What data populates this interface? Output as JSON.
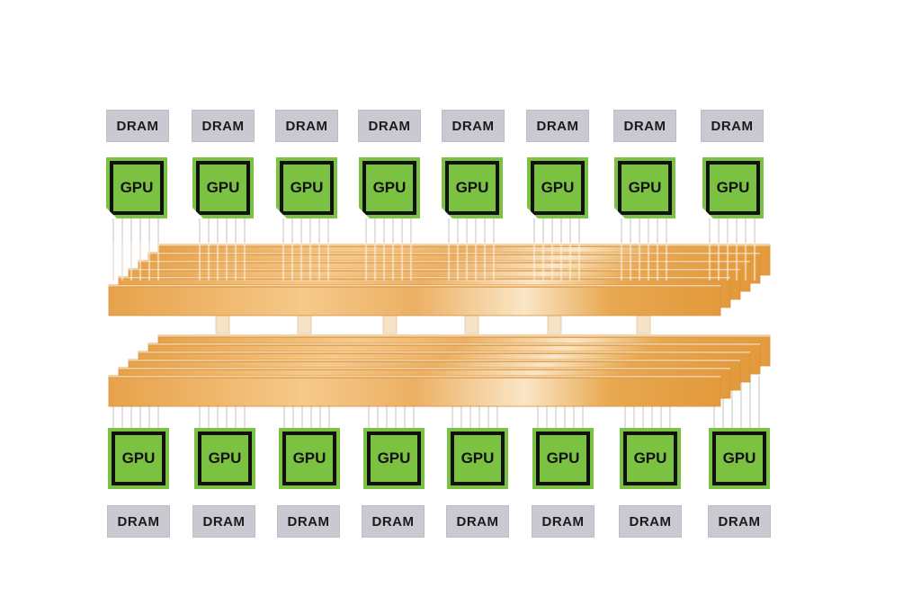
{
  "diagram": {
    "top_row": [
      {
        "dram": "DRAM",
        "gpu": "GPU"
      },
      {
        "dram": "DRAM",
        "gpu": "GPU"
      },
      {
        "dram": "DRAM",
        "gpu": "GPU"
      },
      {
        "dram": "DRAM",
        "gpu": "GPU"
      },
      {
        "dram": "DRAM",
        "gpu": "GPU"
      },
      {
        "dram": "DRAM",
        "gpu": "GPU"
      },
      {
        "dram": "DRAM",
        "gpu": "GPU"
      },
      {
        "dram": "DRAM",
        "gpu": "GPU"
      }
    ],
    "bottom_row": [
      {
        "dram": "DRAM",
        "gpu": "GPU"
      },
      {
        "dram": "DRAM",
        "gpu": "GPU"
      },
      {
        "dram": "DRAM",
        "gpu": "GPU"
      },
      {
        "dram": "DRAM",
        "gpu": "GPU"
      },
      {
        "dram": "DRAM",
        "gpu": "GPU"
      },
      {
        "dram": "DRAM",
        "gpu": "GPU"
      },
      {
        "dram": "DRAM",
        "gpu": "GPU"
      },
      {
        "dram": "DRAM",
        "gpu": "GPU"
      }
    ],
    "switch_planes_per_bank": 6,
    "bridge_links": 6,
    "colors": {
      "gpu_green": "#7cc242",
      "gpu_border": "#111111",
      "dram_gray": "#c9c9d1",
      "switch_orange": "#e9a54d",
      "switch_highlight": "#fbe3bd",
      "link_pin": "#f3dcbc"
    }
  }
}
